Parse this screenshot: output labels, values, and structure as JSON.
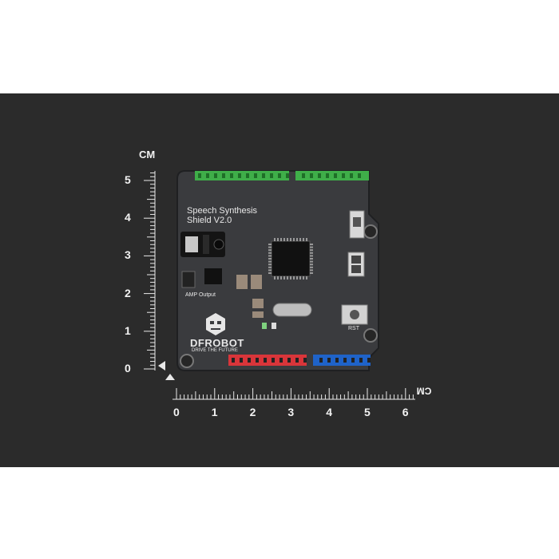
{
  "photo": {
    "background_color": "#ffffff",
    "mat_color": "#2b2b2b",
    "board_color": "#3a3b3e"
  },
  "vertical_ruler": {
    "unit": "CM",
    "labels": [
      "5",
      "4",
      "3",
      "2",
      "1",
      "0"
    ]
  },
  "horizontal_ruler": {
    "unit": "CM",
    "labels": [
      "0",
      "1",
      "2",
      "3",
      "4",
      "5",
      "6"
    ]
  },
  "board": {
    "title_line1": "Speech Synthesis",
    "title_line2": "Shield V2.0",
    "amp_label": "AMP Output",
    "rst_label": "RST",
    "brand": "DFROBOT",
    "slogan": "DRIVE THE FUTURE"
  },
  "header_colors": {
    "green": "#3fae49",
    "red": "#d9353a",
    "blue": "#1f63c9"
  }
}
